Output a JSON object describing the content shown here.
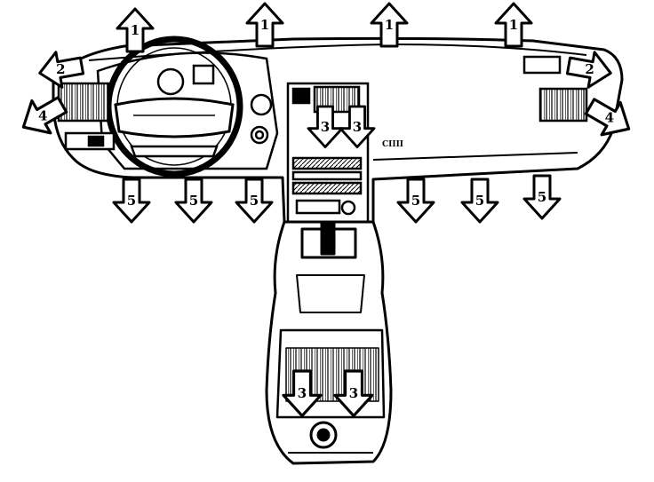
{
  "colors": {
    "ink": "#000000",
    "paper": "#ffffff"
  },
  "callouts": {
    "defrost": "1",
    "side_window": "2",
    "center_vent": "3",
    "side_vent": "4",
    "footwell": "5"
  },
  "dash_printed_text": "CIIII"
}
